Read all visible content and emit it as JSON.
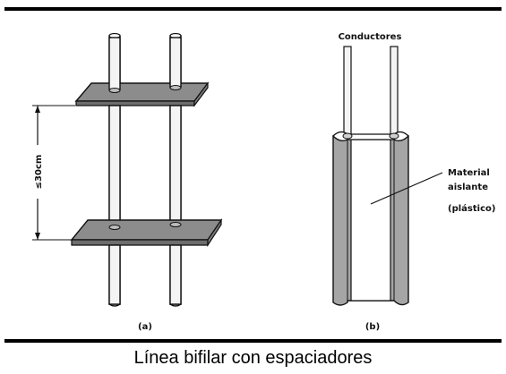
{
  "diagram": {
    "label_spacing": "≤30cm",
    "label_conductores": "Conductores",
    "label_material": [
      "Material",
      "aislante",
      "(plástico)"
    ],
    "panel_a": "(a)",
    "panel_b": "(b)"
  },
  "caption": "Línea bifilar con espaciadores",
  "colors": {
    "line": "#111111",
    "plate": "#8c8c8c",
    "insulator": "#a5a5a5",
    "rod_fill": "#f4f4f4"
  }
}
